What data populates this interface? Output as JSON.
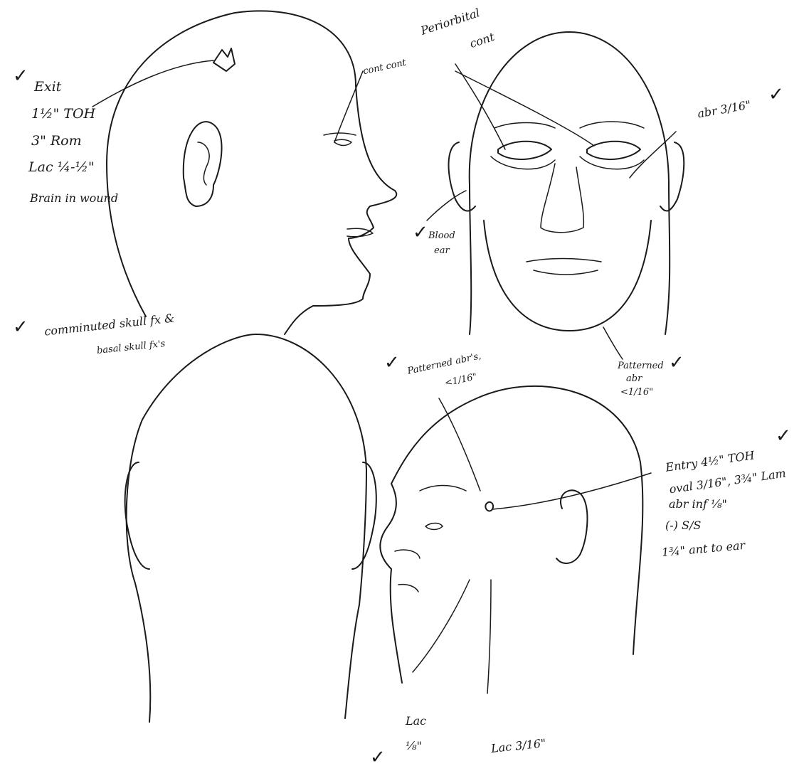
{
  "notes": {
    "exit_title": "Exit",
    "exit_line_1": "1½\" TOH",
    "exit_line_2": "3\" Rom",
    "exit_line_3": "Lac ¼-½\"",
    "exit_line_4": "Brain in wound",
    "contusion": "cont cont",
    "periorbital_1": "Periorbital",
    "periorbital_2": "cont",
    "abrasion_eye": "abr 3/16\"",
    "blood_ear_1": "Blood",
    "blood_ear_2": "ear",
    "skull_fx_1": "comminuted skull fx &",
    "skull_fx_2": "basal skull fx's",
    "patterned_abr_forehead_1": "Patterned abr's,",
    "patterned_abr_forehead_2": "<1/16\"",
    "patterned_abr_chin_1": "Patterned",
    "patterned_abr_chin_2": "abr",
    "patterned_abr_chin_3": "<1/16\"",
    "entry_1": "Entry 4½\" TOH",
    "entry_2": "oval 3/16\", 3¾\" Lam",
    "entry_3": "abr inf ⅛\"",
    "entry_4": "(-) S/S",
    "entry_5": "1¾\" ant to ear",
    "lac_cheek_1": "Lac",
    "lac_cheek_2": "⅛\"",
    "lac_jaw": "Lac 3/16\""
  },
  "checkmarks": [
    "✓",
    "✓",
    "✓",
    "✓",
    "✓",
    "✓",
    "✓",
    "✓"
  ]
}
